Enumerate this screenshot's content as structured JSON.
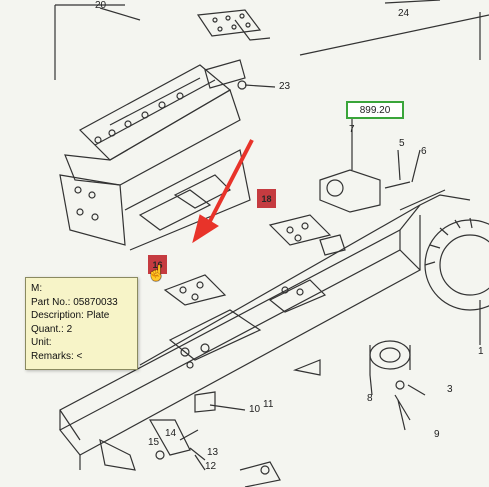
{
  "diagram": {
    "callouts": [
      "20",
      "24",
      "23",
      "7",
      "5",
      "6",
      "18",
      "16",
      "1",
      "3",
      "8",
      "9",
      "10",
      "11",
      "14",
      "15",
      "13",
      "12"
    ],
    "price": "899.20",
    "hotspots": [
      "18",
      "16"
    ]
  },
  "tooltip": {
    "title": "M:",
    "part_no": "Part No.: 05870033",
    "description": "Description: Plate",
    "quantity": "Quant.: 2",
    "unit": "Unit:",
    "remarks": "Remarks: <"
  },
  "annotation": {
    "arrow_color": "#e8332a"
  },
  "icons": {
    "cursor": "hand-pointer-icon"
  }
}
